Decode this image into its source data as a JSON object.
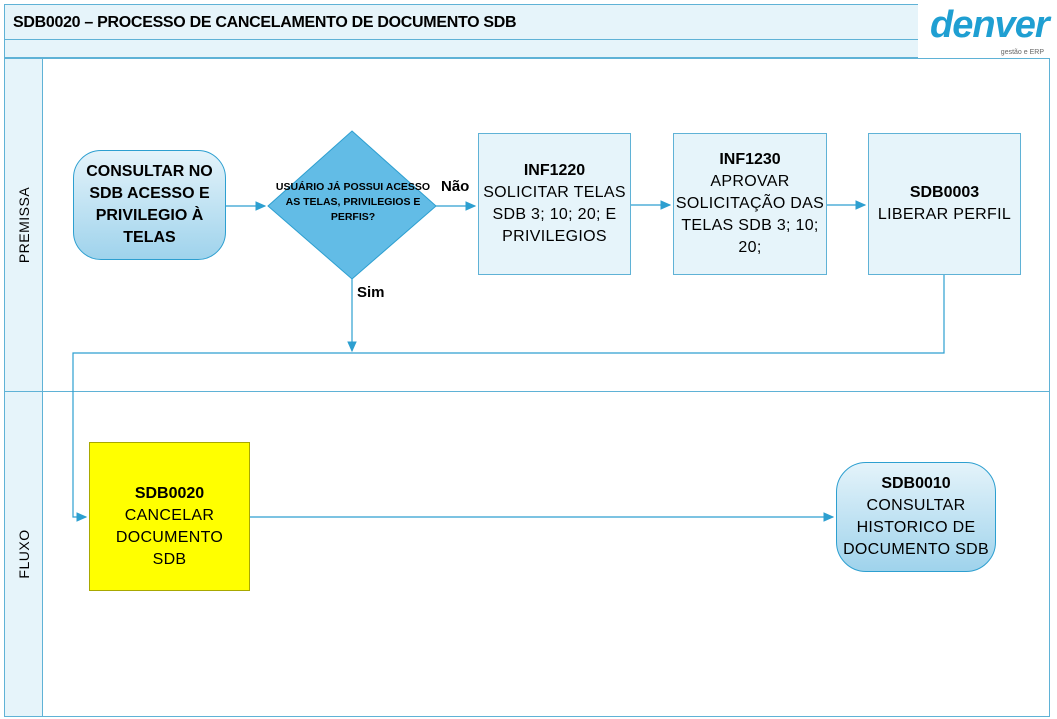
{
  "header": {
    "title": "SDB0020 – PROCESSO DE CANCELAMENTO DE DOCUMENTO SDB",
    "logo_text": "denver",
    "logo_tagline": "gestão e ERP"
  },
  "lanes": [
    {
      "label": "PREMISSA"
    },
    {
      "label": "FLUXO"
    }
  ],
  "nodes": {
    "start": {
      "text": "CONSULTAR NO SDB ACESSO E PRIVILEGIO À TELAS"
    },
    "decision": {
      "text": "USUÁRIO JÁ POSSUI ACESSO AS TELAS, PRIVILEGIOS E PERFIS?"
    },
    "inf1220": {
      "code": "INF1220",
      "text": "SOLICITAR TELAS SDB 3; 10; 20; E PRIVILEGIOS"
    },
    "inf1230": {
      "code": "INF1230",
      "text": "APROVAR SOLICITAÇÃO DAS TELAS SDB 3; 10; 20;"
    },
    "sdb0003": {
      "code": "SDB0003",
      "text": "LIBERAR PERFIL"
    },
    "sdb0020": {
      "code": "SDB0020",
      "text": "CANCELAR DOCUMENTO SDB"
    },
    "sdb0010": {
      "code": "SDB0010",
      "text": "CONSULTAR HISTORICO DE DOCUMENTO SDB"
    }
  },
  "edges": {
    "no_label": "Não",
    "yes_label": "Sim"
  },
  "colors": {
    "accent": "#2d9fd0",
    "lane_fill": "#e6f4fa",
    "highlight": "#ffff00"
  }
}
